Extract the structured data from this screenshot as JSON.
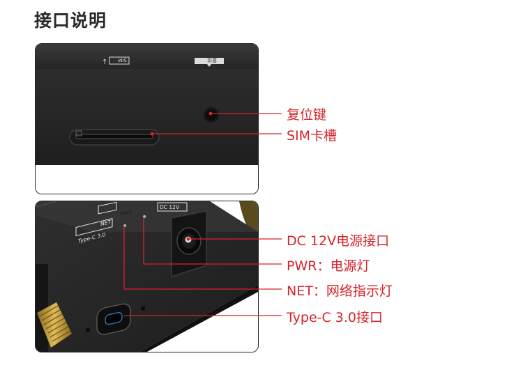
{
  "page": {
    "title": "接口说明"
  },
  "top_panel": {
    "sim_marking": "SIM",
    "sim_arrow": "↑",
    "reset_marking": "复位"
  },
  "bottom_panel": {
    "net_marking": "NET",
    "pwr_marking": "PWR",
    "typec_marking": "Type-C 3.0",
    "dc_marking": "DC 12V"
  },
  "callouts": [
    {
      "label": "复位键"
    },
    {
      "label": "SIM卡槽"
    },
    {
      "label": "DC 12V电源接口"
    },
    {
      "label": "PWR：电源灯"
    },
    {
      "label": "NET：网络指示灯"
    },
    {
      "label": "Type-C 3.0接口"
    }
  ],
  "colors": {
    "callout": "#d7232a",
    "device": "#2b2b2b"
  }
}
